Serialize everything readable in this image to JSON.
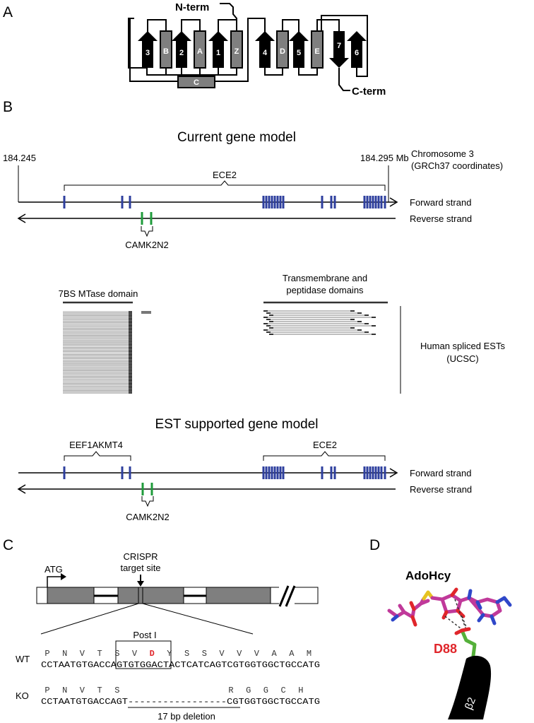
{
  "panels": {
    "a": {
      "label": "A",
      "n_term": "N-term",
      "c_term": "C-term",
      "elements": [
        "3",
        "B",
        "2",
        "A",
        "1",
        "Z",
        "C",
        "4",
        "D",
        "5",
        "E",
        "7",
        "6"
      ]
    },
    "b": {
      "label": "B",
      "current_title": "Current gene model",
      "coord_left": "184.245",
      "coord_right": "184.295 Mb",
      "chrom_label_1": "Chromosome 3",
      "chrom_label_2": "(GRCh37 coordinates)",
      "gene_ece2": "ECE2",
      "gene_camk2n2": "CAMK2N2",
      "gene_eef1akmt4": "EEF1AKMT4",
      "forward": "Forward strand",
      "reverse": "Reverse strand",
      "domain_mtase": "7BS MTase domain",
      "domain_tm_1": "Transmembrane and",
      "domain_tm_2": "peptidase domains",
      "est_label_1": "Human spliced ESTs",
      "est_label_2": "(UCSC)",
      "est_title": "EST supported gene model"
    },
    "c": {
      "label": "C",
      "atg": "ATG",
      "crispr_1": "CRISPR",
      "crispr_2": "target site",
      "post_i": "Post I",
      "wt_label": "WT",
      "ko_label": "KO",
      "wt_aa": [
        "P",
        "N",
        "V",
        "T",
        "S",
        "V",
        "D",
        "Y",
        "S",
        "S",
        "V",
        "V",
        "V",
        "A",
        "A",
        "M"
      ],
      "wt_dna": "CCTAATGTGACCAGTGTGGACTACTCATCAGTCGTGGTGGCTGCCATG",
      "ko_aa_left": [
        "P",
        "N",
        "V",
        "T",
        "S"
      ],
      "ko_aa_right": [
        "R",
        "G",
        "G",
        "C",
        "H"
      ],
      "ko_dna_left": "CCTAATGTGACCAGT",
      "ko_dashes": "-----------------",
      "ko_dna_right": "CGTGGTGGCTGCCATG",
      "deletion": "17 bp deletion"
    },
    "d": {
      "label": "D",
      "ligand": "AdoHcy",
      "residue": "D88",
      "strand": "β2"
    }
  },
  "colors": {
    "exon_blue": "#2e3f9e",
    "exon_green": "#1f9b3b",
    "highlight_red": "#e0262b",
    "gray_fill": "#7f7f7f",
    "magenta": "#c0399a",
    "green_stick": "#55b03a"
  }
}
